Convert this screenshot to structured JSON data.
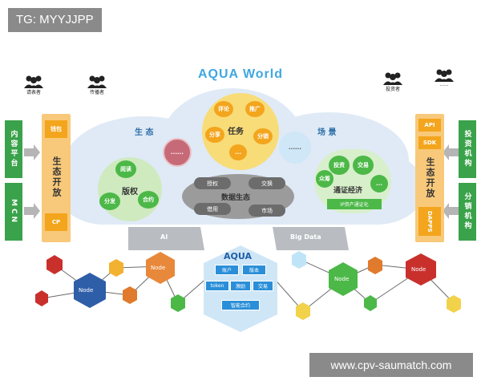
{
  "watermark_top": "TG: MYYJJPP",
  "watermark_bottom": "www.cpv-saumatch.com",
  "title": "AQUA  World",
  "people": {
    "left1": "请表者",
    "left2": "传播者",
    "right1": "投资者",
    "right2": "......"
  },
  "left_bars": {
    "content_platform": "内容平台",
    "mcn": "MCN"
  },
  "right_bars": {
    "investor_org": "投资机构",
    "distributor_org": "分销机构"
  },
  "left_open": {
    "top_tag": "钱包",
    "main": "生态开放",
    "bottom_tag": "CP"
  },
  "right_open": {
    "top_tag": "API",
    "tag2": "SDK",
    "main": "生态开放",
    "bottom_tag": "DAPPS"
  },
  "labels": {
    "eco": "生    态",
    "scene": "场    景",
    "copyright": "版权",
    "data_eco": "数据生态",
    "token_eco": "通证经济",
    "ip_asset": "IP资产通证化",
    "ai": "AI",
    "bigdata": "Big Data",
    "task": "任务",
    "dots_left": "......",
    "dots_right": "......"
  },
  "task_items": [
    "评论",
    "推广",
    "分享",
    "分销",
    "..."
  ],
  "copyright_items": [
    "阅读",
    "分发",
    "合约"
  ],
  "data_pills": [
    "授权",
    "交换",
    "借用",
    "市场"
  ],
  "token_items": [
    "投资",
    "交易",
    "众筹",
    "..."
  ],
  "node_label": "Node",
  "aqua": {
    "title": "AQUA",
    "buttons": [
      "账户",
      "版本",
      "token",
      "激励",
      "交易",
      "智能合约"
    ]
  },
  "colors": {
    "accent_blue": "#3fa7e0",
    "green": "#3aa24a",
    "orange": "#f3a51d",
    "cloud": "#dcebf7"
  }
}
